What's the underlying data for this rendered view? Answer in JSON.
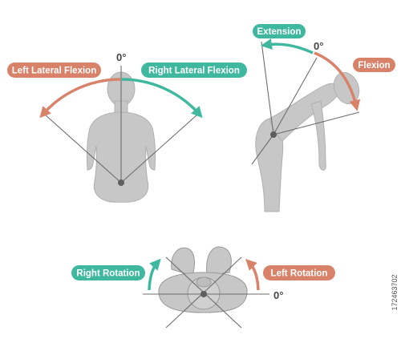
{
  "colors": {
    "body_fill": "#c7c7c7",
    "body_stroke": "#b0b0b0",
    "line": "#6e6e6e",
    "pivot": "#5e5e5e",
    "orange": "#d9826a",
    "teal": "#3fb89f",
    "label_text": "#ffffff",
    "degree_text": "#444444"
  },
  "lateral": {
    "left_label": "Left Lateral Flexion",
    "right_label": "Right Lateral Flexion",
    "zero": "0°"
  },
  "sagittal": {
    "extension_label": "Extension",
    "flexion_label": "Flexion",
    "zero": "0°"
  },
  "rotation": {
    "right_label": "Right Rotation",
    "left_label": "Left Rotation",
    "zero": "0°"
  },
  "stock_id": "172463702"
}
